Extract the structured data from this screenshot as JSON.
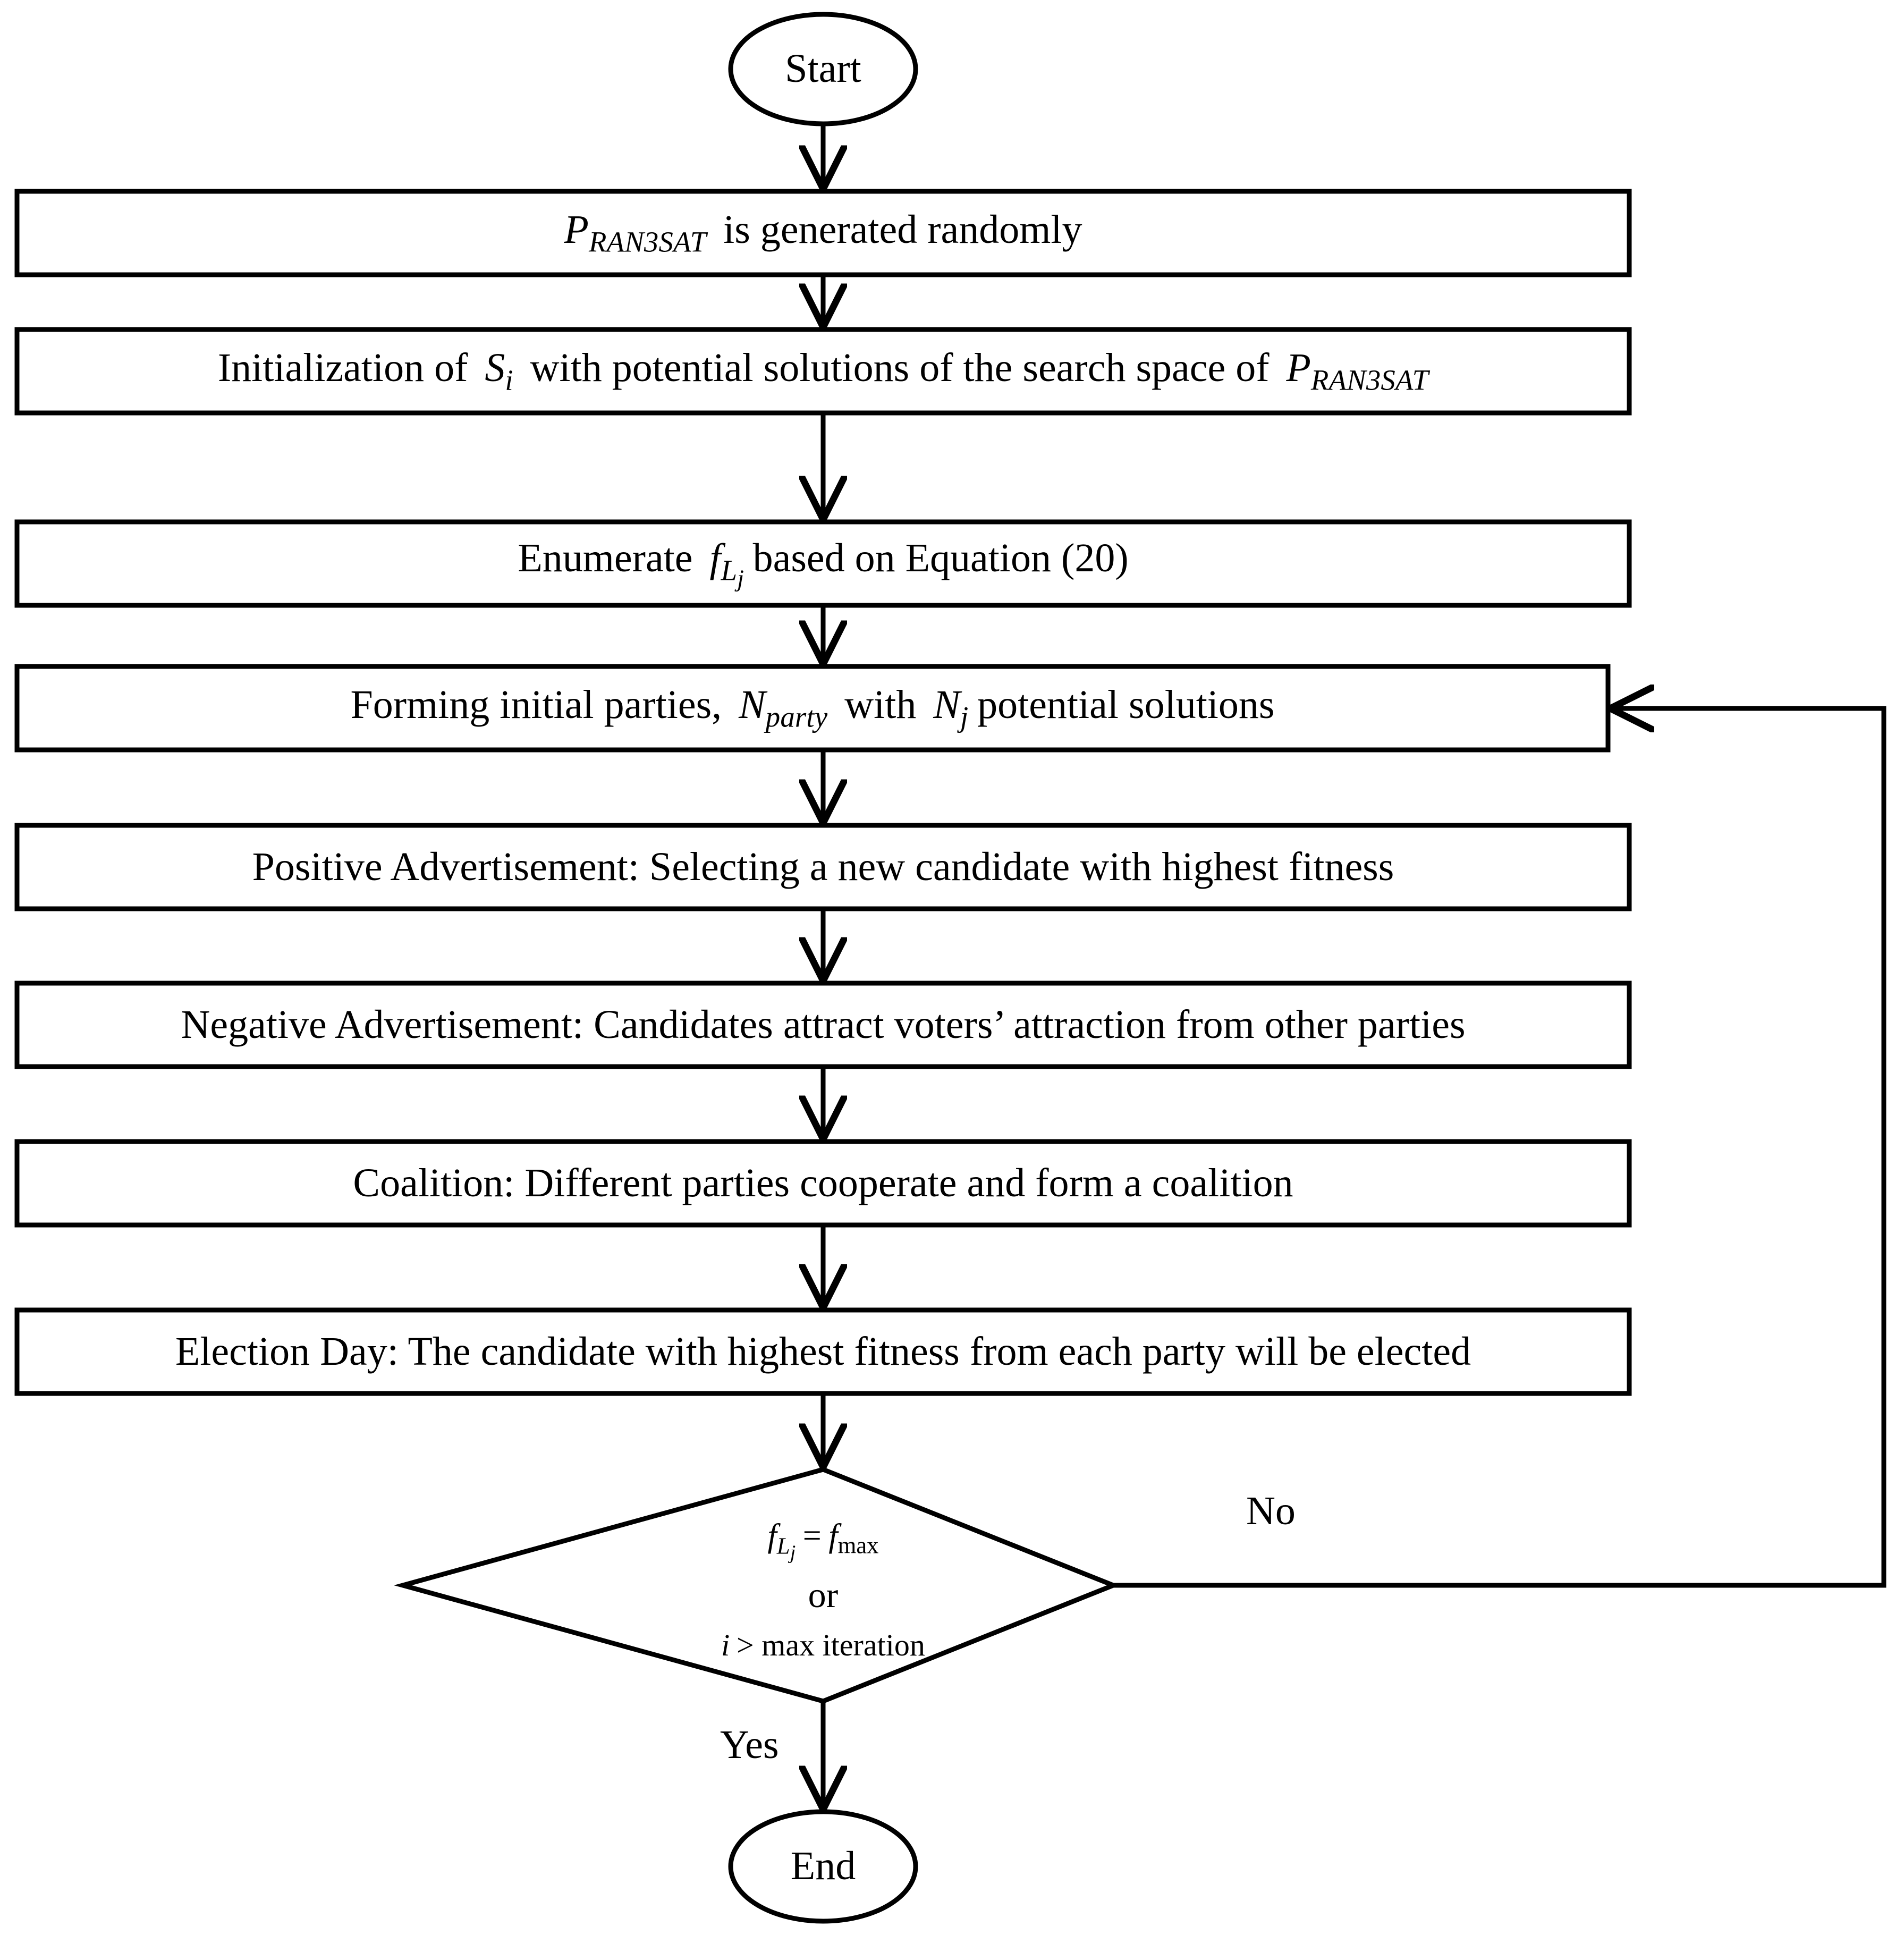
{
  "diagram": {
    "title": "Flowchart of the election algorithm for RAN3SAT",
    "type": "flowchart",
    "background_color": "#ffffff",
    "stroke_color": "#000000"
  },
  "nodes": {
    "start": {
      "shape": "ellipse",
      "label": "Start"
    },
    "generate": {
      "shape": "process",
      "text_prefix": "P",
      "text_sub": "RAN3SAT",
      "text_suffix": "is generated randomly",
      "plain": "P_RAN3SAT is generated randomly"
    },
    "initialization": {
      "shape": "process",
      "part1": "Initialization of",
      "var1": "S",
      "var1_sub": "i",
      "part2": "with potential solutions of the search space of",
      "var2": "P",
      "var2_sub": "RAN3SAT",
      "plain": "Initialization of S_i with potential solutions of the search space of P_RAN3SAT"
    },
    "enumerate": {
      "shape": "process",
      "part1": "Enumerate",
      "var1": "f",
      "var1_sub": "L",
      "var1_sub2": "j",
      "part2": "based on Equation (20)",
      "plain": "Enumerate f_Lj based on Equation (20)"
    },
    "forming_parties": {
      "shape": "process",
      "part1": "Forming initial parties,",
      "var1": "N",
      "var1_sub": "party",
      "part2": "with",
      "var2": "N",
      "var2_sub": "j",
      "part3": "potential solutions",
      "plain": "Forming initial parties, N_party with N_j potential solutions"
    },
    "positive_ad": {
      "shape": "process",
      "label": "Positive Advertisement: Selecting a new candidate with highest fitness"
    },
    "negative_ad": {
      "shape": "process",
      "label": "Negative Advertisement: Candidates attract voters’ attraction from other parties"
    },
    "coalition": {
      "shape": "process",
      "label": "Coalition: Different parties cooperate and form a coalition"
    },
    "election_day": {
      "shape": "process",
      "label": "Election Day: The candidate with highest fitness from each party will be elected"
    },
    "decision": {
      "shape": "diamond",
      "line1_var": "f",
      "line1_sub": "L",
      "line1_sub2": "j",
      "line1_op": "=",
      "line1_var2": "f",
      "line1_var2_sub": "max",
      "line2": "or",
      "line3_var": "i",
      "line3_rest": "> max iteration",
      "plain": "f_Lj = f_max or i > max iteration"
    },
    "end": {
      "shape": "ellipse",
      "label": "End"
    }
  },
  "edges": {
    "no_label": "No",
    "yes_label": "Yes"
  }
}
